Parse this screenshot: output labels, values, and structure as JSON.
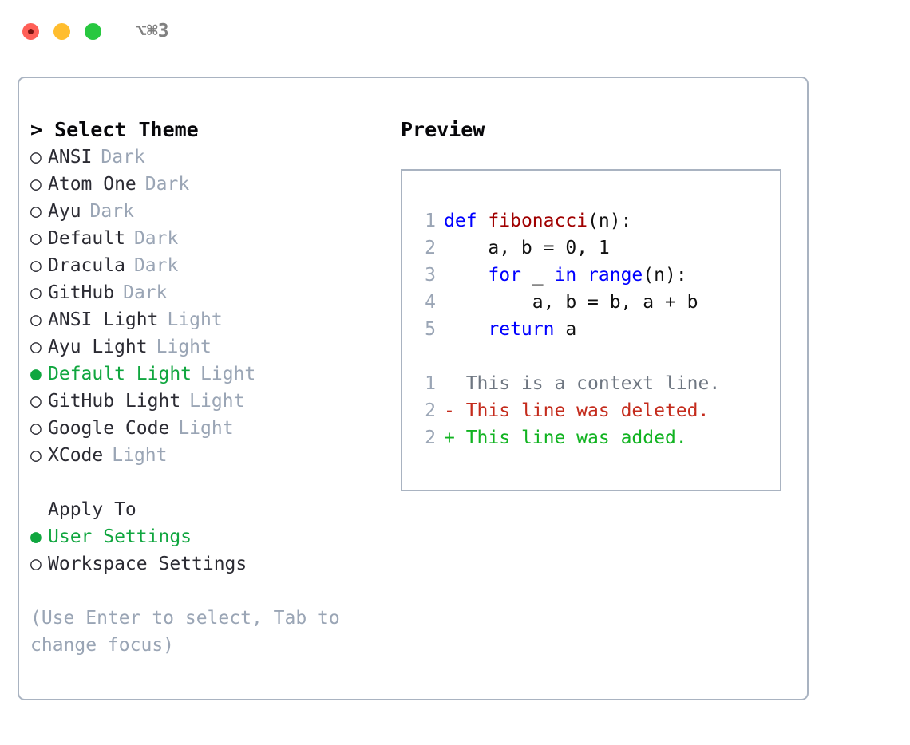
{
  "titlebar": {
    "shortcut": "⌥⌘3",
    "lights": [
      {
        "name": "close",
        "color": "#ff5f57"
      },
      {
        "name": "minimize",
        "color": "#ffbd2e"
      },
      {
        "name": "zoom",
        "color": "#28c840"
      }
    ]
  },
  "theme_list": {
    "header": "> Select Theme",
    "items": [
      {
        "bullet": "○",
        "selected": false,
        "name": "ANSI",
        "tag": "Dark"
      },
      {
        "bullet": "○",
        "selected": false,
        "name": "Atom One",
        "tag": "Dark"
      },
      {
        "bullet": "○",
        "selected": false,
        "name": "Ayu",
        "tag": "Dark"
      },
      {
        "bullet": "○",
        "selected": false,
        "name": "Default",
        "tag": "Dark"
      },
      {
        "bullet": "○",
        "selected": false,
        "name": "Dracula",
        "tag": "Dark"
      },
      {
        "bullet": "○",
        "selected": false,
        "name": "GitHub",
        "tag": "Dark"
      },
      {
        "bullet": "○",
        "selected": false,
        "name": "ANSI Light",
        "tag": "Light"
      },
      {
        "bullet": "○",
        "selected": false,
        "name": "Ayu Light",
        "tag": "Light"
      },
      {
        "bullet": "●",
        "selected": true,
        "name": "Default Light",
        "tag": "Light"
      },
      {
        "bullet": "○",
        "selected": false,
        "name": "GitHub Light",
        "tag": "Light"
      },
      {
        "bullet": "○",
        "selected": false,
        "name": "Google Code",
        "tag": "Light"
      },
      {
        "bullet": "○",
        "selected": false,
        "name": "XCode",
        "tag": "Light"
      }
    ]
  },
  "apply_to": {
    "header": "Apply To",
    "items": [
      {
        "bullet": "●",
        "selected": true,
        "name": "User Settings"
      },
      {
        "bullet": "○",
        "selected": false,
        "name": "Workspace Settings"
      }
    ]
  },
  "hint": "(Use Enter to select, Tab to change focus)",
  "preview": {
    "title": "Preview",
    "code_lines": [
      {
        "no": "1",
        "indent": "",
        "tokens": [
          {
            "t": "def",
            "c": "kw"
          },
          {
            "t": " ",
            "c": "pln"
          },
          {
            "t": "fibonacci",
            "c": "fn"
          },
          {
            "t": "(n):",
            "c": "pln"
          }
        ]
      },
      {
        "no": "2",
        "indent": "    ",
        "tokens": [
          {
            "t": "a, b = 0, 1",
            "c": "pln"
          }
        ]
      },
      {
        "no": "3",
        "indent": "    ",
        "tokens": [
          {
            "t": "for",
            "c": "kw"
          },
          {
            "t": " _ ",
            "c": "pln"
          },
          {
            "t": "in",
            "c": "kw"
          },
          {
            "t": " ",
            "c": "pln"
          },
          {
            "t": "range",
            "c": "kw"
          },
          {
            "t": "(n):",
            "c": "pln"
          }
        ]
      },
      {
        "no": "4",
        "indent": "        ",
        "tokens": [
          {
            "t": "a, b = b, a + b",
            "c": "pln"
          }
        ]
      },
      {
        "no": "5",
        "indent": "    ",
        "tokens": [
          {
            "t": "return",
            "c": "kw"
          },
          {
            "t": " a",
            "c": "pln"
          }
        ]
      }
    ],
    "diff_lines": [
      {
        "no": "1",
        "marker": "  ",
        "text": "This is a context line.",
        "kind": "diff-ctx"
      },
      {
        "no": "2",
        "marker": "- ",
        "text": "This line was deleted.",
        "kind": "diff-del"
      },
      {
        "no": "2",
        "marker": "+ ",
        "text": "This line was added.",
        "kind": "diff-add"
      }
    ]
  },
  "colors": {
    "accent_green": "#10a63f",
    "tag_grey": "#9aa5b5",
    "border": "#a9b3c1",
    "keyword_blue": "#0000ff",
    "function_red": "#a00000",
    "diff_added": "#11b321",
    "diff_deleted": "#c42b1c"
  }
}
